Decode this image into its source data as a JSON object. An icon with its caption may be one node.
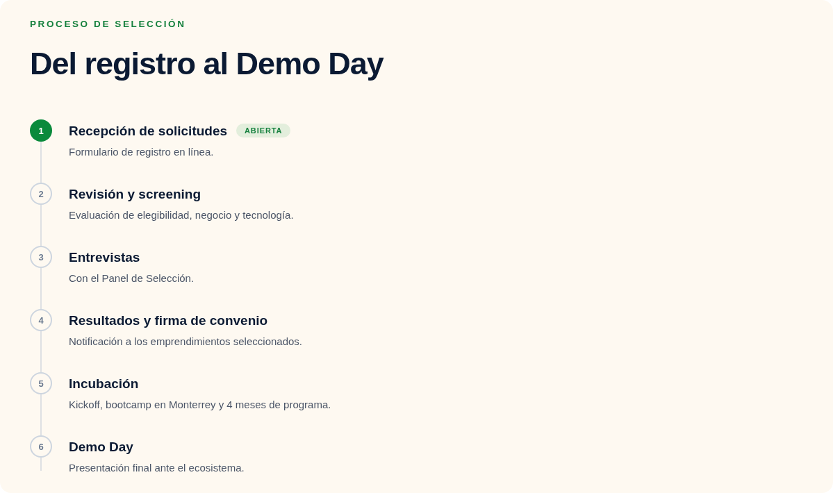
{
  "diagram": {
    "title": "Del registro al Demo Day",
    "nodes": [
      {
        "text": [
          "1"
        ],
        "beside": [
          "Recepción de solicitudes",
          "Formulario de registro en línea."
        ]
      },
      {
        "text": [
          "ABIERTA"
        ]
      },
      {
        "text": [
          "2"
        ],
        "beside": [
          "Revisión y screening",
          "Evaluación de elegibilidad, negocio y tecnología."
        ]
      },
      {
        "text": [
          "3"
        ],
        "beside": [
          "Entrevistas",
          "Con el Panel de Selección."
        ]
      },
      {
        "text": [
          "4"
        ],
        "beside": [
          "Resultados y firma de convenio",
          "Notificación a los emprendimientos seleccionados."
        ]
      },
      {
        "text": [
          "5"
        ],
        "beside": [
          "Incubación",
          "Kickoff, bootcamp en Monterrey y 4 meses de programa."
        ]
      },
      {
        "text": [
          "6"
        ],
        "beside": [
          "Demo Day",
          "Presentación final ante el ecosistema."
        ]
      }
    ],
    "edges": [
      {
        "from": 0,
        "to": 2,
        "arrow": "none"
      },
      {
        "from": 2,
        "to": 3,
        "arrow": "none"
      },
      {
        "from": 3,
        "to": 4,
        "arrow": "none"
      },
      {
        "from": 4,
        "to": 5,
        "arrow": "none"
      },
      {
        "from": 5,
        "to": 6,
        "arrow": "none"
      },
      {
        "from": 6,
        "to": null,
        "arrow": "none"
      }
    ],
    "labels": [
      "PROCESO DE SELECCIÓN"
    ]
  }
}
